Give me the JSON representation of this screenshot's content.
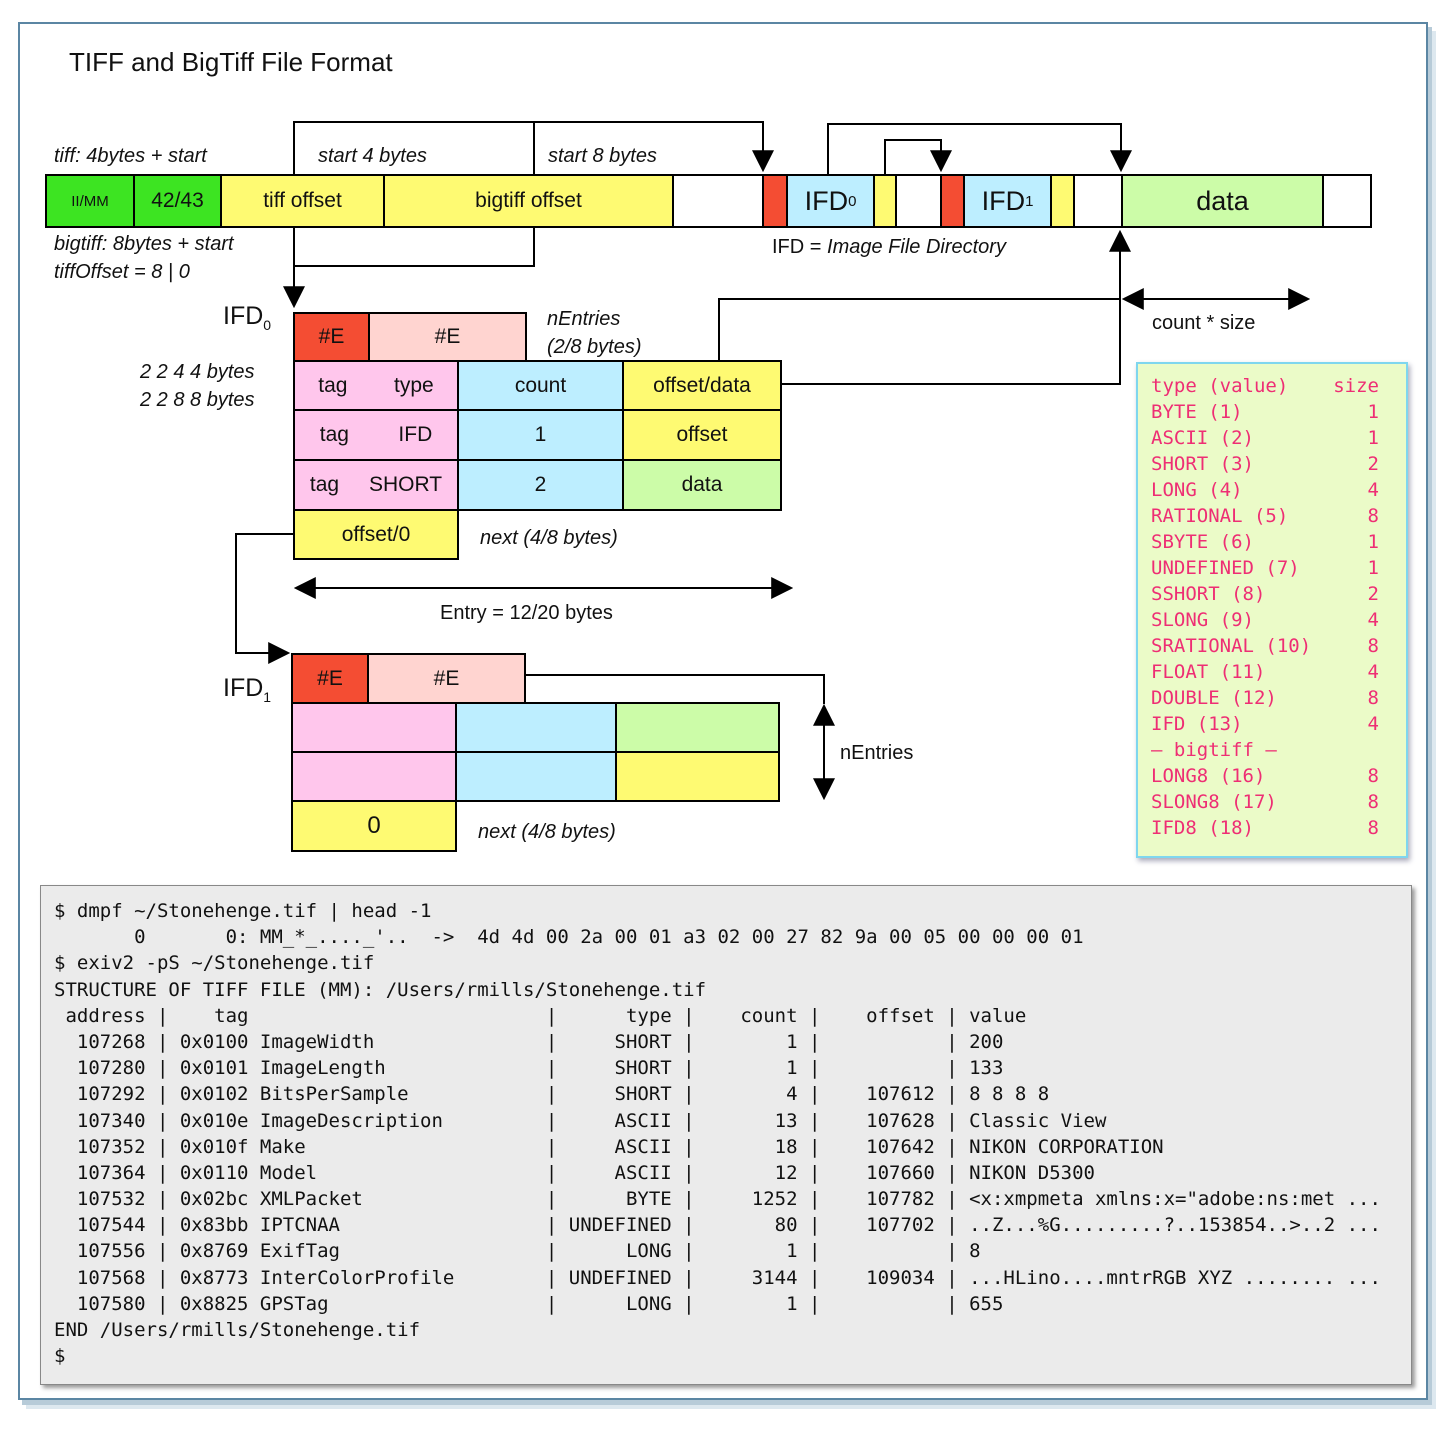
{
  "title": "TIFF and BigTiff File Format",
  "file_bar": {
    "iimm": "II/MM",
    "magic": "42/43",
    "tiff_offset": "tiff offset",
    "bigtiff_offset": "bigtiff offset",
    "ifd0_main": "IFD",
    "ifd0_sub": "0",
    "ifd1_main": "IFD",
    "ifd1_sub": "1",
    "data": "data"
  },
  "annotations": {
    "tiff_label": "tiff:  4bytes + start",
    "start4": "start 4 bytes",
    "start8": "start 8 bytes",
    "bigtiff_label": "bigtiff:  8bytes + start",
    "tiffoffset_label": "tiffOffset = 8 | 0",
    "ifd_definition_prefix": "IFD = ",
    "ifd_definition_italic": "Image File Directory",
    "count_size": "count * size",
    "bytes_tiff": "2 2 4 4 bytes",
    "bytes_bigtiff": "2 2 8 8 bytes",
    "nentries_italic": "nEntries",
    "nentries_bytes": "(2/8 bytes)",
    "next1": "next (4/8 bytes)",
    "next2": "next (4/8 bytes)",
    "entry": "Entry = 12/20 bytes",
    "nentries2": "nEntries"
  },
  "ifd0": {
    "label_main": "IFD",
    "label_sub": "0",
    "hash1": "#E",
    "hash2": "#E",
    "row1": [
      "tag",
      "type",
      "count",
      "offset/data"
    ],
    "row2": [
      "tag",
      "IFD",
      "1",
      "offset"
    ],
    "row3": [
      "tag",
      "SHORT",
      "2",
      "data"
    ],
    "next": "offset/0"
  },
  "ifd1": {
    "label_main": "IFD",
    "label_sub": "1",
    "hash1": "#E",
    "hash2": "#E",
    "next": "0"
  },
  "type_table": {
    "header": [
      "type (value)",
      "size"
    ],
    "rows": [
      [
        "BYTE (1)",
        "1"
      ],
      [
        "ASCII (2)",
        "1"
      ],
      [
        "SHORT (3)",
        "2"
      ],
      [
        "LONG (4)",
        "4"
      ],
      [
        "RATIONAL (5)",
        "8"
      ],
      [
        "SBYTE (6)",
        "1"
      ],
      [
        "UNDEFINED (7)",
        "1"
      ],
      [
        "SSHORT (8)",
        "2"
      ],
      [
        "SLONG (9)",
        "4"
      ],
      [
        "SRATIONAL (10)",
        "8"
      ],
      [
        "FLOAT (11)",
        "4"
      ],
      [
        "DOUBLE (12)",
        "8"
      ],
      [
        "IFD (13)",
        "4"
      ],
      [
        "— bigtiff —",
        ""
      ],
      [
        "LONG8 (16)",
        "8"
      ],
      [
        "SLONG8 (17)",
        "8"
      ],
      [
        "IFD8 (18)",
        "8"
      ]
    ]
  },
  "terminal_lines": [
    "$ dmpf ~/Stonehenge.tif | head -1",
    "       0       0: MM_*_...._'..  ->  4d 4d 00 2a 00 01 a3 02 00 27 82 9a 00 05 00 00 00 01",
    "$ exiv2 -pS ~/Stonehenge.tif",
    "STRUCTURE OF TIFF FILE (MM): /Users/rmills/Stonehenge.tif",
    " address |    tag                          |      type |    count |    offset | value",
    "  107268 | 0x0100 ImageWidth               |     SHORT |        1 |           | 200",
    "  107280 | 0x0101 ImageLength              |     SHORT |        1 |           | 133",
    "  107292 | 0x0102 BitsPerSample            |     SHORT |        4 |    107612 | 8 8 8 8",
    "  107340 | 0x010e ImageDescription         |     ASCII |       13 |    107628 | Classic View",
    "  107352 | 0x010f Make                     |     ASCII |       18 |    107642 | NIKON CORPORATION",
    "  107364 | 0x0110 Model                    |     ASCII |       12 |    107660 | NIKON D5300",
    "  107532 | 0x02bc XMLPacket                |      BYTE |     1252 |    107782 | <x:xmpmeta xmlns:x=\"adobe:ns:met ...",
    "  107544 | 0x83bb IPTCNAA                  | UNDEFINED |       80 |    107702 | ..Z...%G.........?..153854..>..2 ...",
    "  107556 | 0x8769 ExifTag                  |      LONG |        1 |           | 8",
    "  107568 | 0x8773 InterColorProfile        | UNDEFINED |     3144 |    109034 | ...HLino....mntrRGB XYZ ........ ...",
    "  107580 | 0x8825 GPSTag                   |      LONG |        1 |           | 655",
    "END /Users/rmills/Stonehenge.tif",
    "$"
  ]
}
